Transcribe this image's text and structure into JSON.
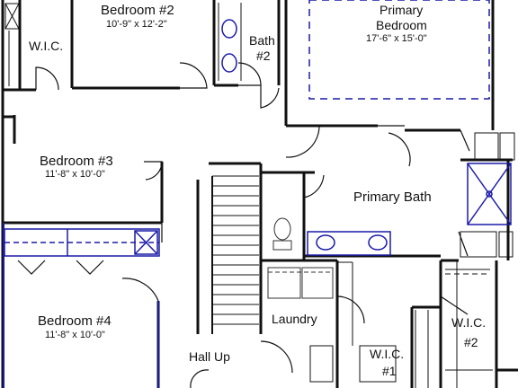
{
  "rooms": {
    "bedroom2": {
      "name": "Bedroom #2",
      "dims": "10'-9\" x 12'-2\""
    },
    "wic_left": {
      "name": "W.I.C."
    },
    "bath2": {
      "name_line1": "Bath",
      "name_line2": "#2"
    },
    "primary_bedroom": {
      "name_line1": "Primary",
      "name_line2": "Bedroom",
      "dims": "17'-6\" x 15'-0\""
    },
    "bedroom3": {
      "name": "Bedroom #3",
      "dims": "11'-8\" x 10'-0\""
    },
    "primary_bath": {
      "name": "Primary Bath"
    },
    "laundry": {
      "name": "Laundry"
    },
    "bedroom4": {
      "name": "Bedroom #4",
      "dims": "11'-8\" x 10'-0\""
    },
    "hall": {
      "name": "Hall Up"
    },
    "wic1": {
      "name_line1": "W.I.C.",
      "name_line2": "#1"
    },
    "wic2": {
      "name_line1": "W.I.C.",
      "name_line2": "#2"
    }
  },
  "colors": {
    "wall": "#111111",
    "fixture": "#1a1aa8"
  }
}
